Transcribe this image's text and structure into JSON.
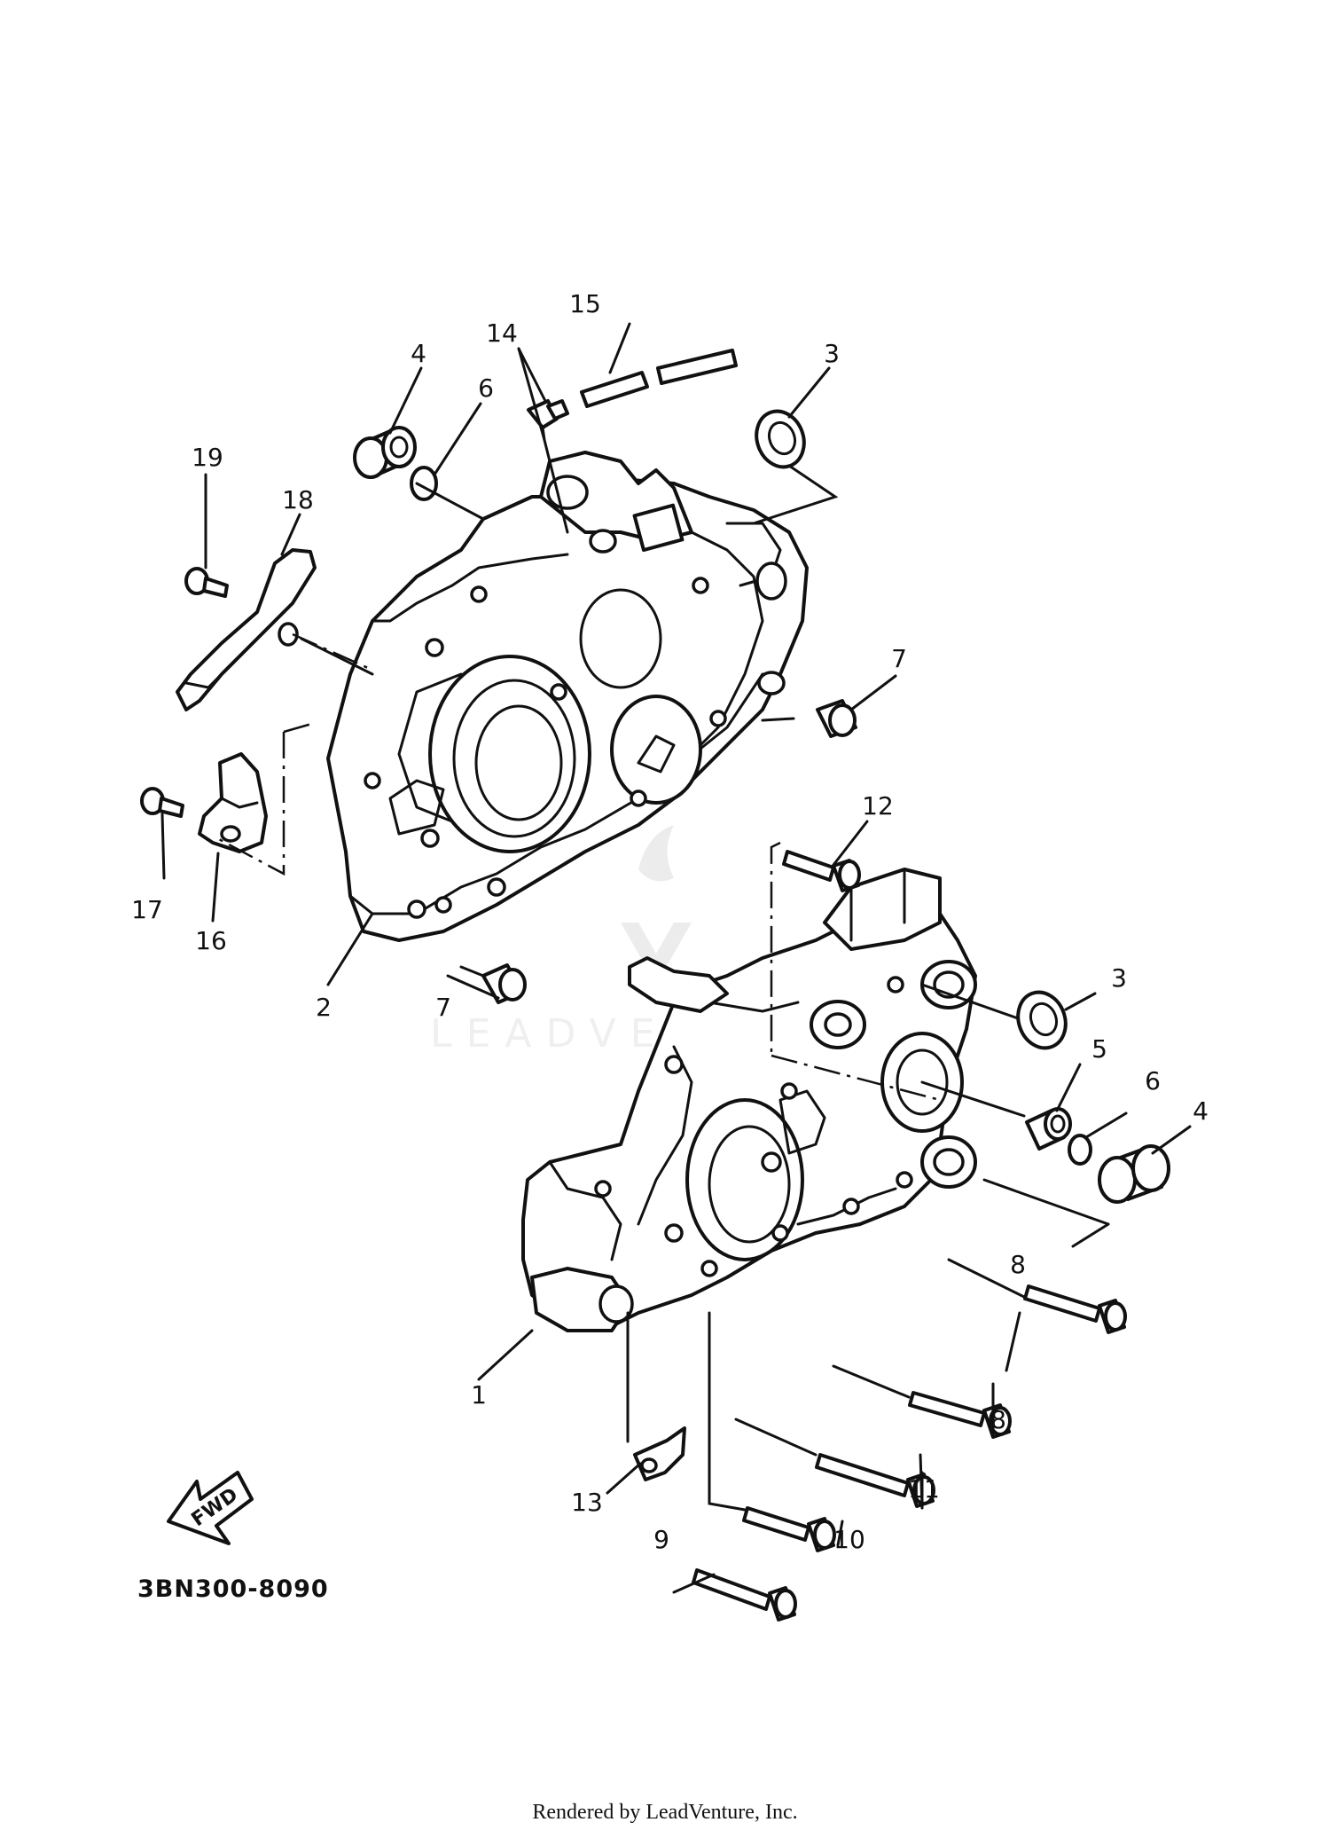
{
  "diagram": {
    "part_code": "3BN300-8090",
    "fwd_label": "FWD",
    "rendered_by": "Rendered by LeadVenture, Inc.",
    "watermark_text": "LEADVENTURE",
    "callouts": [
      "1",
      "2",
      "3",
      "3",
      "4",
      "4",
      "5",
      "6",
      "6",
      "7",
      "7",
      "8",
      "8",
      "9",
      "10",
      "11",
      "12",
      "13",
      "14",
      "15",
      "16",
      "17",
      "18",
      "19"
    ]
  }
}
